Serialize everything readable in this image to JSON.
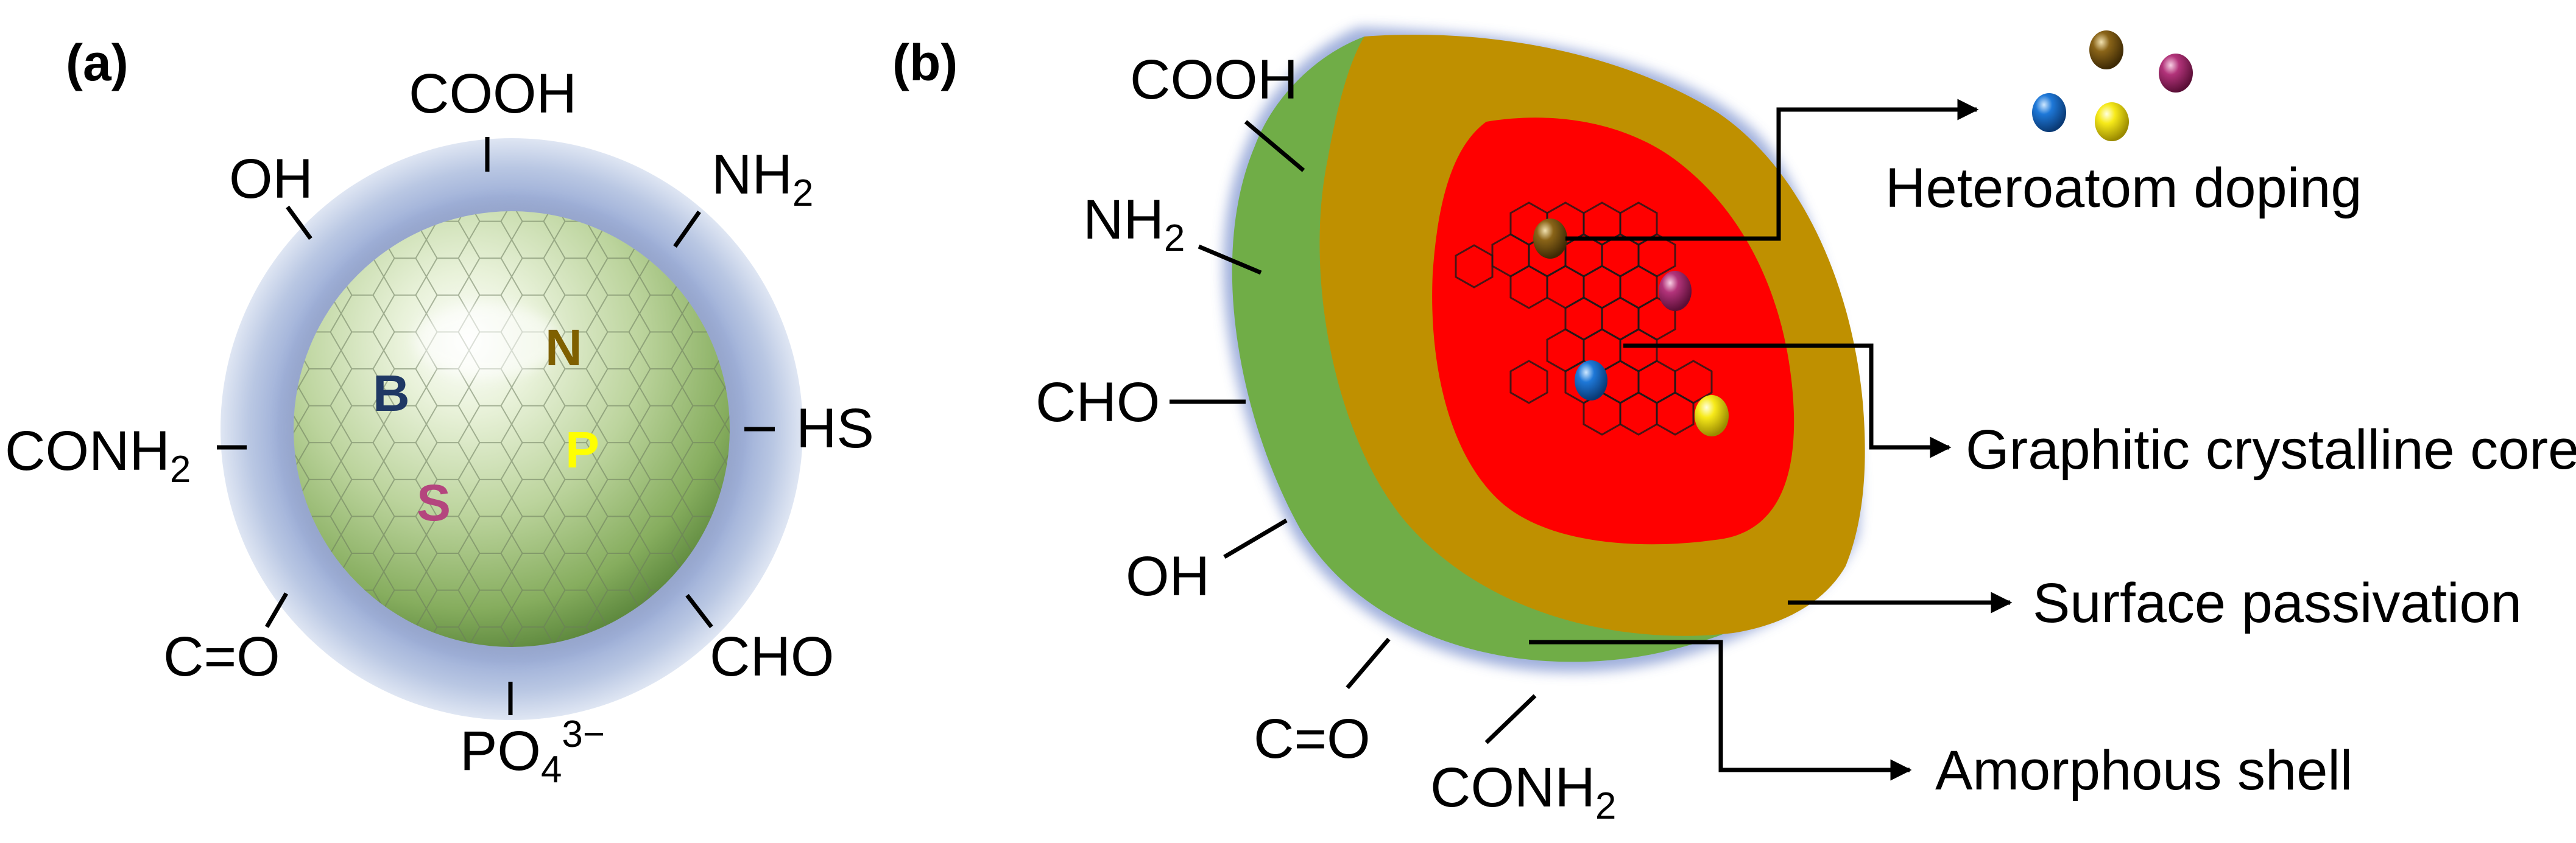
{
  "panels": {
    "a": {
      "label": "(a)",
      "groups": {
        "cooh": "COOH",
        "nh2_main": "NH",
        "nh2_sub": "2",
        "hs": "HS",
        "cho": "CHO",
        "po4_main": "PO",
        "po4_sub": "4",
        "po4_sup": "3−",
        "co": "C=O",
        "conh2_main": "CONH",
        "conh2_sub": "2",
        "oh": "OH"
      },
      "dopants": {
        "b": "B",
        "n": "N",
        "p": "P",
        "s": "S"
      }
    },
    "b": {
      "label": "(b)",
      "groups": {
        "cooh": "COOH",
        "nh2_main": "NH",
        "nh2_sub": "2",
        "cho": "CHO",
        "oh": "OH",
        "co": "C=O",
        "conh2_main": "CONH",
        "conh2_sub": "2"
      },
      "callouts": {
        "doping": "Heteroatom doping",
        "core": "Graphitic crystalline core",
        "passivation": "Surface passivation",
        "shell": "Amorphous shell"
      }
    }
  },
  "colors": {
    "halo": "#b9c7e3",
    "sphere_light": "#f1f7e6",
    "sphere_dark": "#6f9a4b",
    "shell_green": "#70ad47",
    "passivation_gold": "#bf9000",
    "core_red": "#ff0000",
    "dopant_b": "#1f3864",
    "dopant_n": "#7f6000",
    "dopant_p": "#ffff00",
    "dopant_s": "#b4457e",
    "ball_brown": "#6b4a10",
    "ball_magenta": "#a52c6a",
    "ball_blue": "#1769c4",
    "ball_yellow": "#f2e200"
  }
}
